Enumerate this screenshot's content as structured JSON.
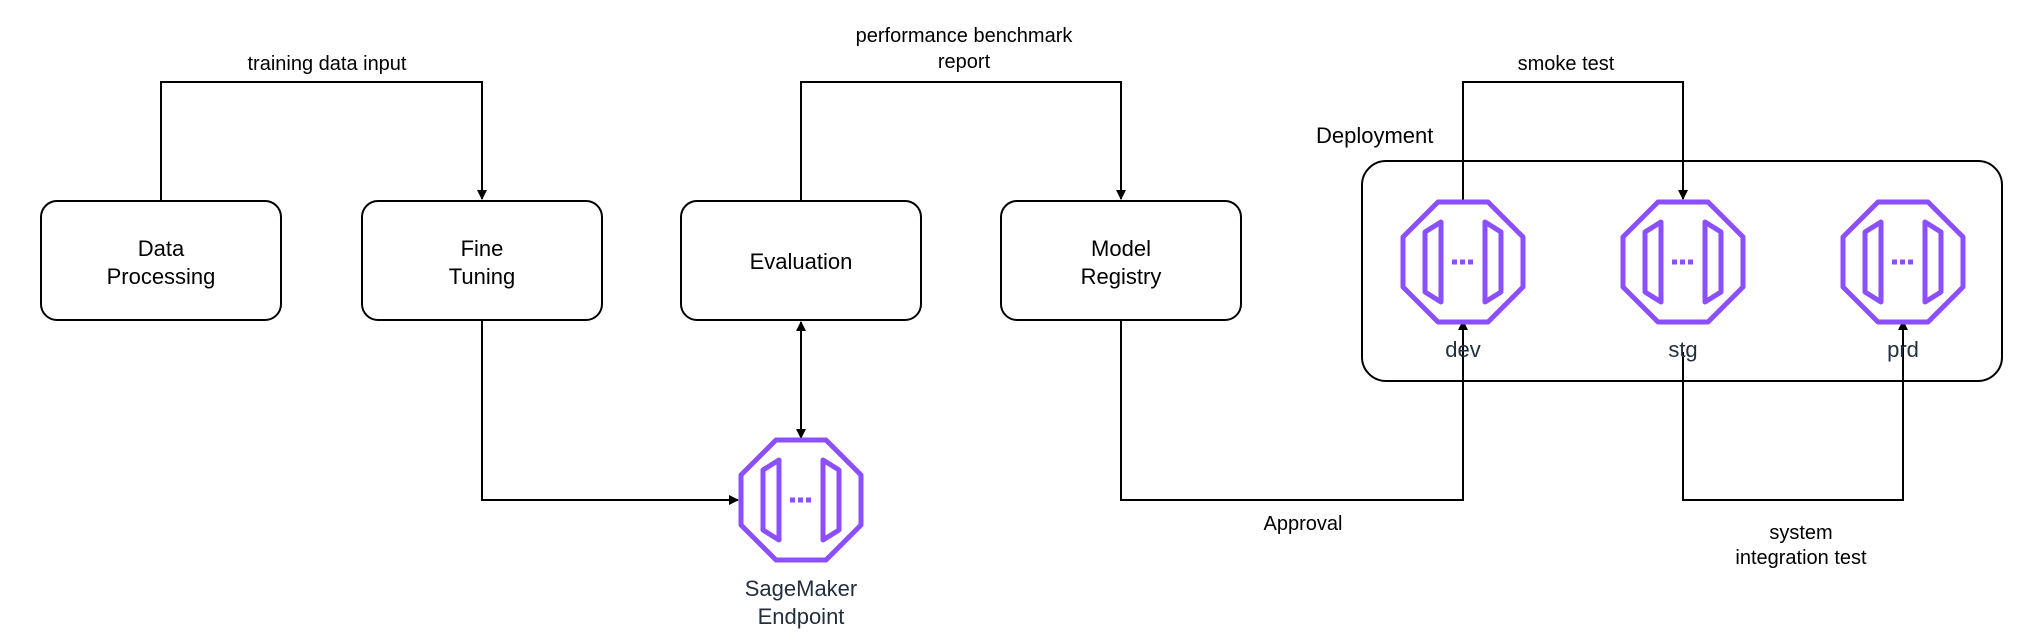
{
  "boxes": {
    "data_processing": {
      "line1": "Data",
      "line2": "Processing"
    },
    "fine_tuning": {
      "line1": "Fine",
      "line2": "Tuning"
    },
    "evaluation": {
      "label": "Evaluation"
    },
    "model_registry": {
      "line1": "Model",
      "line2": "Registry"
    }
  },
  "edges": {
    "training_input": "training data input",
    "benchmark_line1": "performance benchmark",
    "benchmark_line2": "report",
    "smoke_test": "smoke test",
    "approval": "Approval",
    "sit_line1": "system",
    "sit_line2": "integration test"
  },
  "endpoint": {
    "line1": "SageMaker",
    "line2": "Endpoint",
    "icon": "sagemaker-endpoint-icon"
  },
  "deployment": {
    "title": "Deployment",
    "stages": [
      {
        "label": "dev",
        "icon": "sagemaker-endpoint-icon"
      },
      {
        "label": "stg",
        "icon": "sagemaker-endpoint-icon"
      },
      {
        "label": "prd",
        "icon": "sagemaker-endpoint-icon"
      }
    ]
  },
  "colors": {
    "icon": "#8c4fff",
    "line": "#000000",
    "icon_label": "#232f3e"
  }
}
